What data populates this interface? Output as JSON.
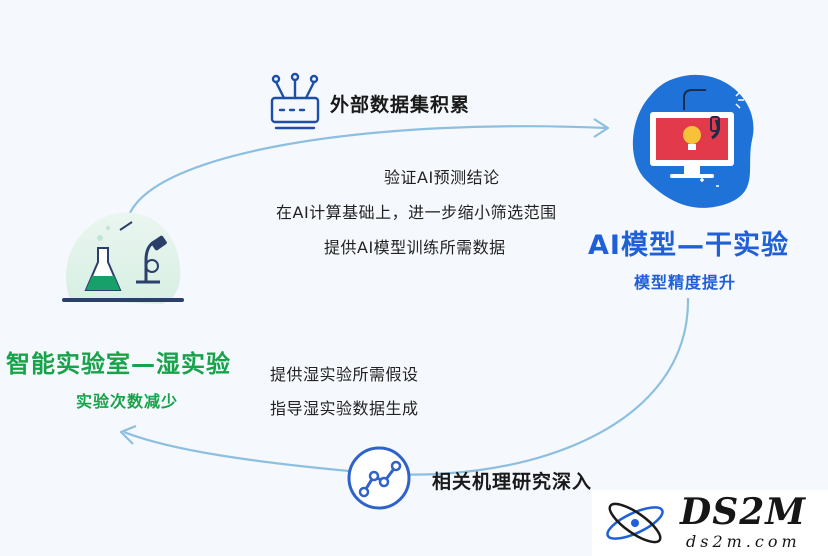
{
  "external_data": {
    "title": "外部数据集积累"
  },
  "top_flow_lines": [
    "验证AI预测结论",
    "在AI计算基础上，进一步缩小筛选范围",
    "提供AI模型训练所需数据"
  ],
  "ai_model": {
    "title": "AI模型—干实验",
    "subtitle": "模型精度提升"
  },
  "smart_lab": {
    "title": "智能实验室—湿实验",
    "subtitle": "实验次数减少"
  },
  "bottom_flow_lines": [
    "提供湿实验所需假设",
    "指导湿实验数据生成"
  ],
  "mechanism": {
    "title": "相关机理研究深入"
  },
  "watermark": {
    "brand": "DS2M",
    "domain": "ds2m.com"
  },
  "colors": {
    "blue": "#1f5fd8",
    "green": "#17a34a",
    "arrow": "#7fb3d8",
    "blob": "#1e72d8"
  },
  "icons": [
    "router-icon",
    "monitor-bulb-icon",
    "lab-flask-icon",
    "trend-chart-icon",
    "atom-logo-icon"
  ]
}
